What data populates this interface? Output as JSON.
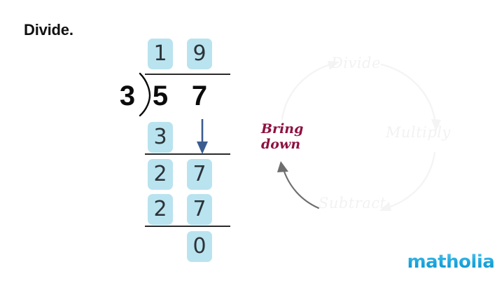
{
  "page": {
    "title": "Divide.",
    "background_color": "#ffffff"
  },
  "division": {
    "divisor": "3",
    "dividend_digits": [
      "5",
      "7"
    ],
    "quotient_digits": [
      "1",
      "9"
    ],
    "partial_product_1": [
      "3"
    ],
    "difference_1": [
      "2",
      "7"
    ],
    "partial_product_2": [
      "2",
      "7"
    ],
    "remainder": [
      "0"
    ],
    "tile_color": "#b9e3ef",
    "bringdown_arrow_color": "#3b5c8f",
    "rule_color": "#2b2b2b",
    "plain_digit_color": "#0b0b0b"
  },
  "cycle": {
    "steps": [
      {
        "label": "Divide",
        "state": "faded"
      },
      {
        "label": "Multiply",
        "state": "faded"
      },
      {
        "label": "Subtract",
        "state": "faded"
      },
      {
        "label": "Bring\ndown",
        "state": "active"
      }
    ],
    "active_label": "Bring\ndown",
    "active_color": "#8e1140",
    "faded_color": "#f2f2f2",
    "arrow_color": "#6e6e6e"
  },
  "logo": {
    "text": "matholia",
    "color": "#18a4dc"
  }
}
